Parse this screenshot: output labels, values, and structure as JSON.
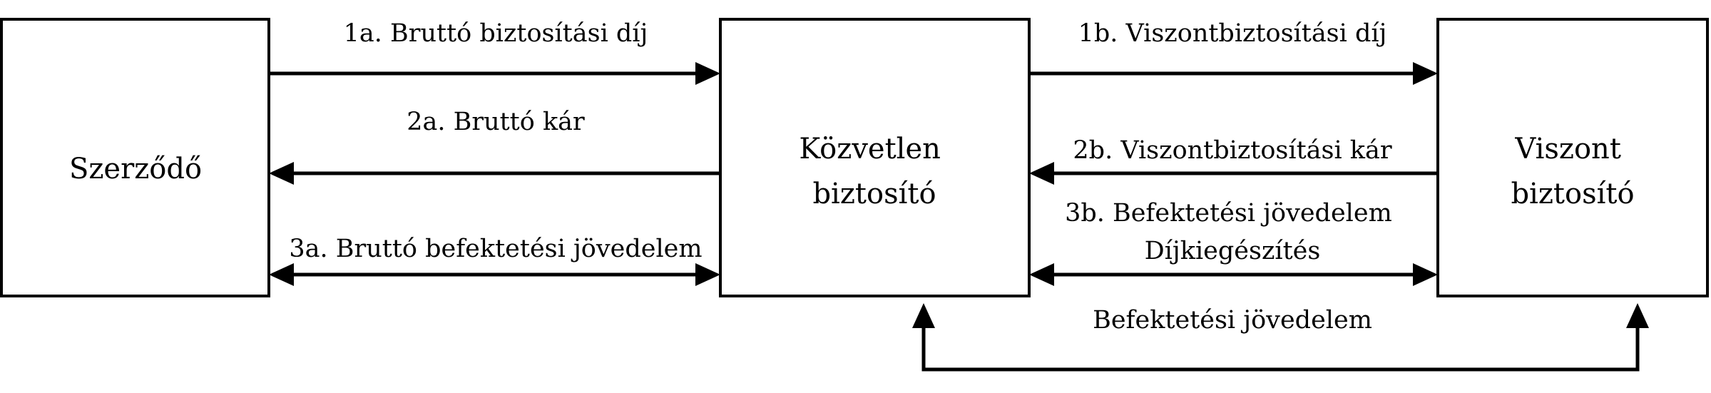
{
  "boxes": {
    "contractor": "Szerződő",
    "direct_insurer": [
      "Közvetlen",
      "biztosító"
    ],
    "reinsurer": [
      "Viszont",
      "biztosító"
    ]
  },
  "flows": {
    "f1a": "1a. Bruttó biztosítási díj",
    "f2a": "2a. Bruttó kár",
    "f3a": "3a. Bruttó befektetési jövedelem",
    "f1b": "1b. Viszontbiztosítási díj",
    "f2b": "2b. Viszontbiztosítási kár",
    "f3b": [
      "3b. Befektetési jövedelem",
      "Díjkiegészítés"
    ],
    "bottom": "Befektetési jövedelem"
  },
  "colors": {
    "stroke": "#000000",
    "background": "#ffffff"
  }
}
